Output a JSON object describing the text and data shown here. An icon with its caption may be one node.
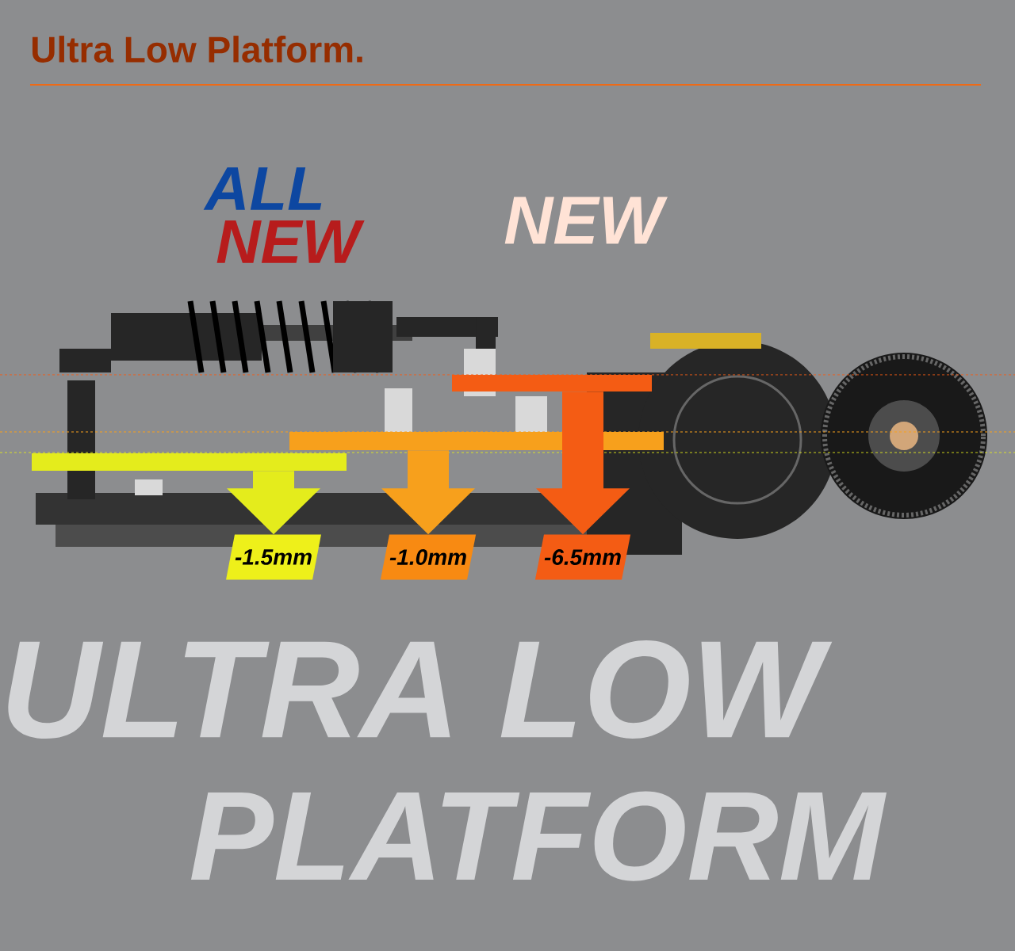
{
  "diagram": {
    "title": "Ultra Low Platform.",
    "nodes": [
      {
        "text": [],
        "shape": "bar"
      },
      {
        "text": [],
        "shape": "bar"
      },
      {
        "text": [],
        "shape": "bar"
      },
      {
        "text": [
          "-1.5mm"
        ]
      },
      {
        "text": [
          "-1.0mm"
        ]
      },
      {
        "text": [
          "-6.5mm"
        ]
      }
    ],
    "edges": [
      {
        "from": 0,
        "to": 3,
        "arrow": "to",
        "color": "#e4ec1c"
      },
      {
        "from": 1,
        "to": 4,
        "arrow": "to",
        "color": "#f7a01c"
      },
      {
        "from": 2,
        "to": 5,
        "arrow": "to",
        "color": "#f45c14"
      }
    ],
    "labels": [
      "ALL",
      "NEW",
      "NEW",
      "ULTRA LOW",
      "PLATFORM"
    ]
  }
}
